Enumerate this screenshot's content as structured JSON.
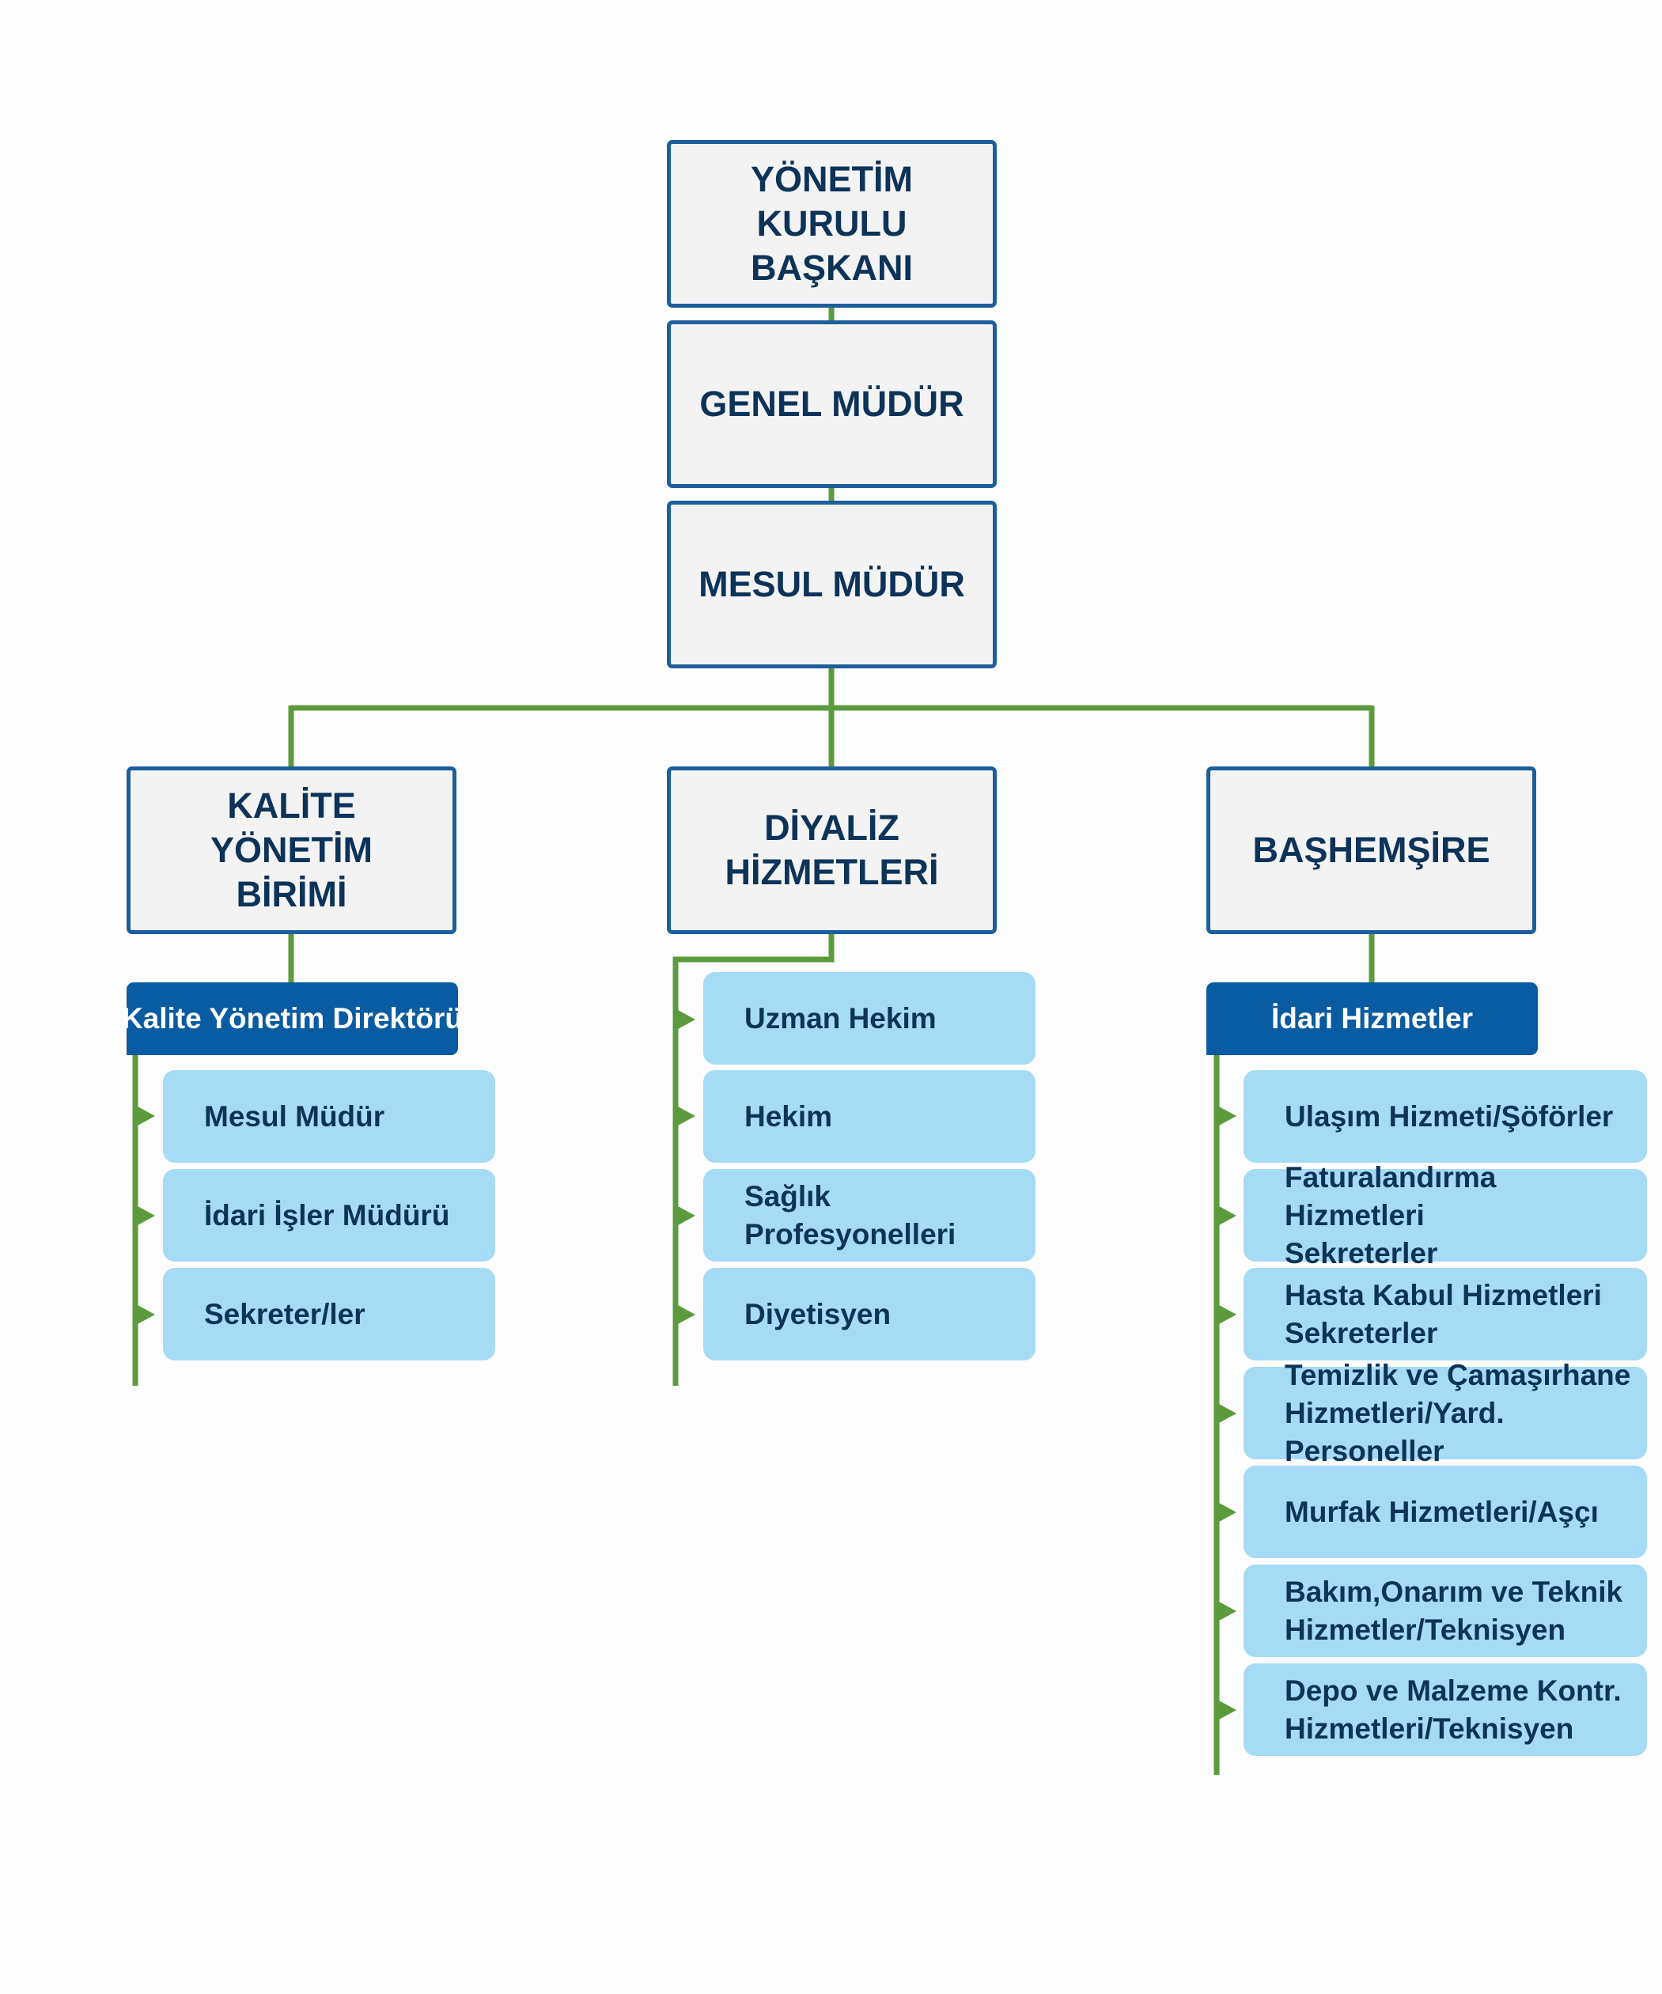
{
  "colors": {
    "connector": "#5b9a3d",
    "box_border": "#1d5e9c",
    "box_fill": "#f3f3f4",
    "header_fill": "#095ba2",
    "item_fill": "#a6dbf6",
    "text_dark": "#0d3358"
  },
  "top": {
    "chairman": "YÖNETİM KURULU\nBAŞKANI",
    "general_manager": "GENEL MÜDÜR",
    "responsible_manager": "MESUL MÜDÜR"
  },
  "departments": {
    "quality": {
      "title": "KALİTE YÖNETİM\nBİRİMİ",
      "header": "Kalite Yönetim Direktörü",
      "items": [
        "Mesul Müdür",
        "İdari İşler Müdürü",
        "Sekreter/ler"
      ]
    },
    "dialysis": {
      "title": "DİYALİZ\nHİZMETLERİ",
      "items": [
        "Uzman Hekim",
        "Hekim",
        "Sağlık Profesyonelleri",
        "Diyetisyen"
      ]
    },
    "head_nurse": {
      "title": "BAŞHEMŞİRE",
      "header": "İdari Hizmetler",
      "items": [
        "Ulaşım Hizmeti/Şöförler",
        "Faturalandırma Hizmetleri\nSekreterler",
        "Hasta Kabul Hizmetleri\nSekreterler",
        "Temizlik ve Çamaşırhane\nHizmetleri/Yard. Personeller",
        "Murfak Hizmetleri/Aşçı",
        "Bakım,Onarım ve Teknik\nHizmetler/Teknisyen",
        "Depo ve Malzeme Kontr.\nHizmetleri/Teknisyen"
      ]
    }
  }
}
